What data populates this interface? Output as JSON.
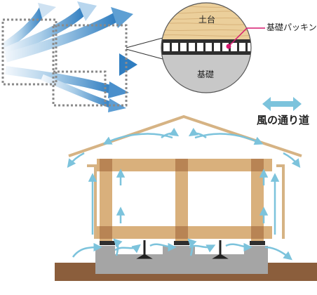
{
  "labels": {
    "sill": "土台",
    "foundation": "基礎",
    "packing": "基礎パッキン",
    "legend": "風の通り道"
  },
  "colors": {
    "wind_blue": "#5AA7D3",
    "wind_light": "#DCEBF6",
    "arrow_cyan": "#7CC3DC",
    "timber": "#D9B07C",
    "timber_dark": "#B88454",
    "wood_grain": "#EBCF9B",
    "concrete": "#A5A5A5",
    "packing": "#2E2E2E",
    "ground": "#8B5E3C",
    "pointer": "#D6186E",
    "dotted_frame": "#8A8A8A"
  },
  "icons": {
    "legend": "double-arrow-icon",
    "wind": "wind-arrows-icon"
  }
}
